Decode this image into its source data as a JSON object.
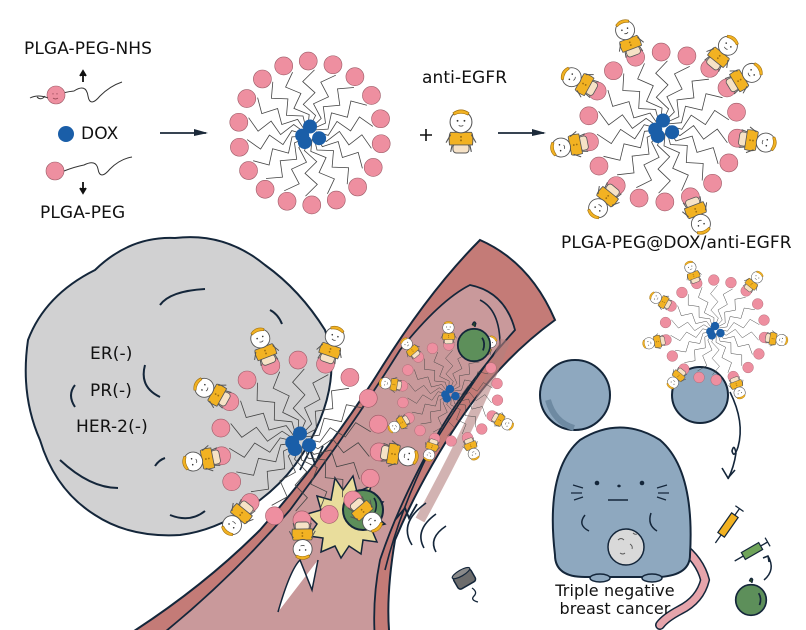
{
  "diagram": {
    "type": "nanoparticle synthesis and targeted delivery schematic",
    "colors": {
      "polymer_head": "#ee8fa0",
      "dox": "#1a5ea8",
      "antibody_body": "#f2b222",
      "antibody_head": "#ffffff",
      "tumor": "#d1d1d2",
      "vessel_wall": "#c47b77",
      "vessel_lumen": "#c9999b",
      "outline": "#14263a",
      "mouse": "#8ea8bf",
      "microbubble": "#5d8f5a",
      "burst": "#e9dd9c",
      "transducer": "#6c6c6c",
      "tail": "#e6a4ab"
    },
    "synthesis": {
      "reagents": {
        "plga_peg_nhs": "PLGA-PEG-NHS",
        "dox": "DOX",
        "plga_peg": "PLGA-PEG"
      },
      "plus_sign": "+",
      "antibody_label": "anti-EGFR",
      "product_label": "PLGA-PEG@DOX/anti-EGFR"
    },
    "tumor": {
      "receptor_status": [
        "ER(-)",
        "PR(-)",
        "HER-2(-)"
      ]
    },
    "model": {
      "label_line1": "Triple negative",
      "label_line2": "breast cancer"
    }
  }
}
